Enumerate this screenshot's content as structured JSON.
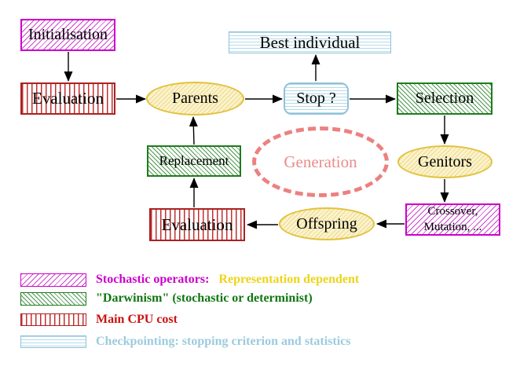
{
  "diagram": {
    "nodes": {
      "initialisation": {
        "label": "Initialisation"
      },
      "evaluation_top": {
        "label": "Evaluation"
      },
      "parents": {
        "label": "Parents"
      },
      "best_individual": {
        "label": "Best individual"
      },
      "stop": {
        "label": "Stop ?"
      },
      "selection": {
        "label": "Selection"
      },
      "genitors": {
        "label": "Genitors"
      },
      "crossover": {
        "line1": "Crossover,",
        "line2": "Mutation, ..."
      },
      "offspring": {
        "label": "Offspring"
      },
      "evaluation_bottom": {
        "label": "Evaluation"
      },
      "replacement": {
        "label": "Replacement"
      },
      "generation": {
        "label": "Generation"
      }
    },
    "colors": {
      "magenta": "#CC00CC",
      "red": "#BB2222",
      "green": "#1E7B1E",
      "cyan": "#9CCBDE",
      "yellow_border": "#E2C23E",
      "yellow_fill": "#FBF3CC",
      "salmon": "#ED8080",
      "gold_text": "#EDD417",
      "arrow": "#000000"
    }
  },
  "legend": {
    "items": [
      {
        "swatch": "magenta-diagonal-hatch",
        "text": "Stochastic operators:",
        "text2": "Representation dependent"
      },
      {
        "swatch": "green-diagonal-hatch",
        "text": "\"Darwinism\" (stochastic or determinist)"
      },
      {
        "swatch": "red-vertical-stripes",
        "text": "Main CPU cost"
      },
      {
        "swatch": "cyan-horizontal-stripes",
        "text": "Checkpointing: stopping criterion and statistics"
      }
    ]
  }
}
